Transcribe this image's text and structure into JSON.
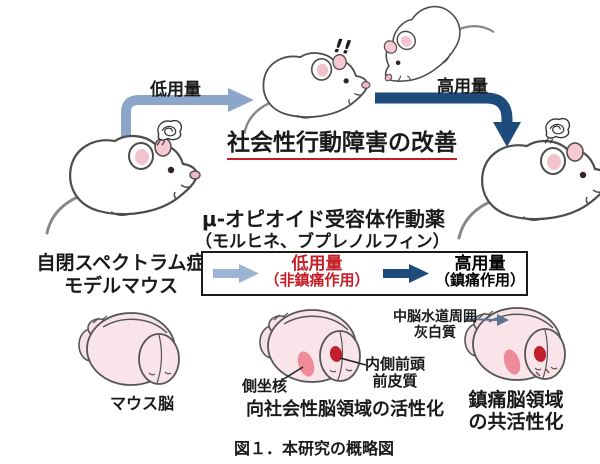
{
  "top_section": {
    "low_dose_arrow_label": "低用量",
    "high_dose_arrow_label": "高用量",
    "exclamation_mark": "!!",
    "improvement_text": "社会性行動障害の改善"
  },
  "middle_section": {
    "drug_name": "μ-オピオイド受容体作動薬",
    "drug_examples": "（モルヒネ、ブプレノルフィン）",
    "model_mouse_line1": "自閉スペクトラム症",
    "model_mouse_line2": "モデルマウス",
    "dose_box": {
      "low_dose_label": "低用量",
      "low_dose_effect": "（非鎮痛作用）",
      "high_dose_label": "高用量",
      "high_dose_effect": "（鎮痛作用）"
    }
  },
  "brain_section": {
    "mouse_brain_label": "マウス脳",
    "nucleus_accumbens_label": "側坐核",
    "mpfc_label_line1": "内側前頭",
    "mpfc_label_line2": "前皮質",
    "pag_label_line1": "中脳水道周囲",
    "pag_label_line2": "灰白質",
    "prosocial_activation_text": "向社会性脳領域の活性化",
    "analgesic_coactivation_line1": "鎮痛脳領域",
    "analgesic_coactivation_line2": "の共活性化"
  },
  "caption": "図１．本研究の概略図",
  "colors": {
    "red": "#c41e28",
    "navy": "#1d4b7c",
    "light_blue": "#8ba6c9",
    "box_light_blue": "#9db4d4",
    "teal": "#2e9bc8",
    "brain_pink": "#f8e4e9",
    "highlight_pink": "#ef8b99",
    "highlight_red": "#c21e2c"
  }
}
